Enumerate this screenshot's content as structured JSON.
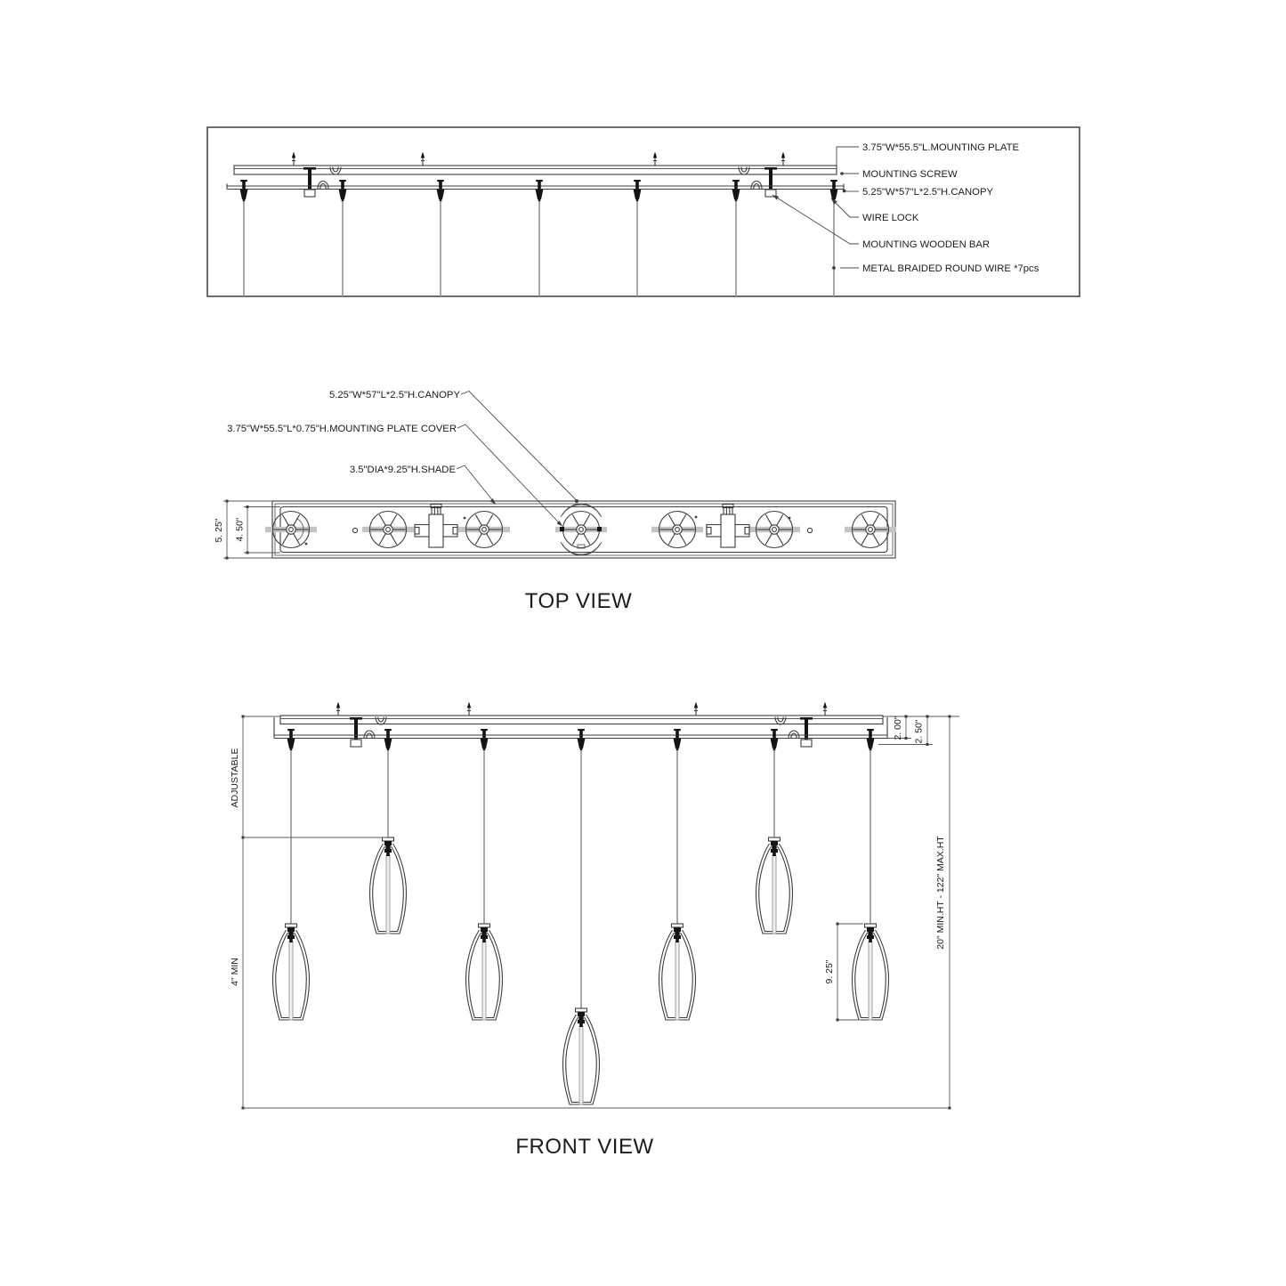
{
  "detail_view": {
    "labels": [
      "3.75\"W*55.5\"L.MOUNTING PLATE",
      "MOUNTING SCREW",
      "5.25\"W*57\"L*2.5\"H.CANOPY",
      "WIRE LOCK",
      "MOUNTING WOODEN BAR",
      "METAL BRAIDED ROUND WIRE *7pcs"
    ],
    "wire_count": 7
  },
  "top_view": {
    "title": "TOP VIEW",
    "labels": [
      "5.25\"W*57\"L*2.5\"H.CANOPY",
      "3.75\"W*55.5\"L*0.75\"H.MOUNTING PLATE COVER",
      "3.5\"DIA*9.25\"H.SHADE"
    ],
    "dim_canopy_width": "5. 25\"",
    "dim_plate_width": "4. 50\""
  },
  "front_view": {
    "title": "FRONT VIEW",
    "dim_adjustable": "ADJUSTABLE",
    "dim_min_drop": "4\" MIN",
    "dim_plate_height": "2. 00\"",
    "dim_canopy_height": "2. 50\"",
    "dim_shade_height": "9. 25\"",
    "dim_height_range": "20\" MIN.HT - 122\" MAX.HT",
    "pendant_count": 7
  },
  "colors": {
    "line": "#3d3d3d",
    "wire": "#9a9a9a",
    "black_fitting": "#141414",
    "strap": "#c4c4c4",
    "background": "#ffffff"
  }
}
